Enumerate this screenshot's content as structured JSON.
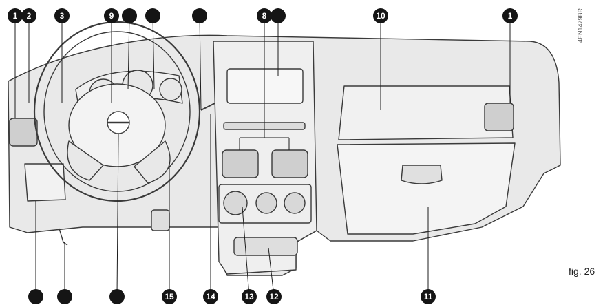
{
  "callouts": [
    "1",
    "2",
    "3",
    "9",
    "",
    "",
    "",
    "8",
    "",
    "10",
    "1",
    "",
    "",
    "",
    "15",
    "14",
    "13",
    "12",
    "11"
  ],
  "image_code": "4EN1479BR",
  "figure_label": "fig. 26",
  "colors": {
    "outline": "#3a3a3a",
    "fill": "#e6e6e6",
    "callout": "#151515"
  }
}
